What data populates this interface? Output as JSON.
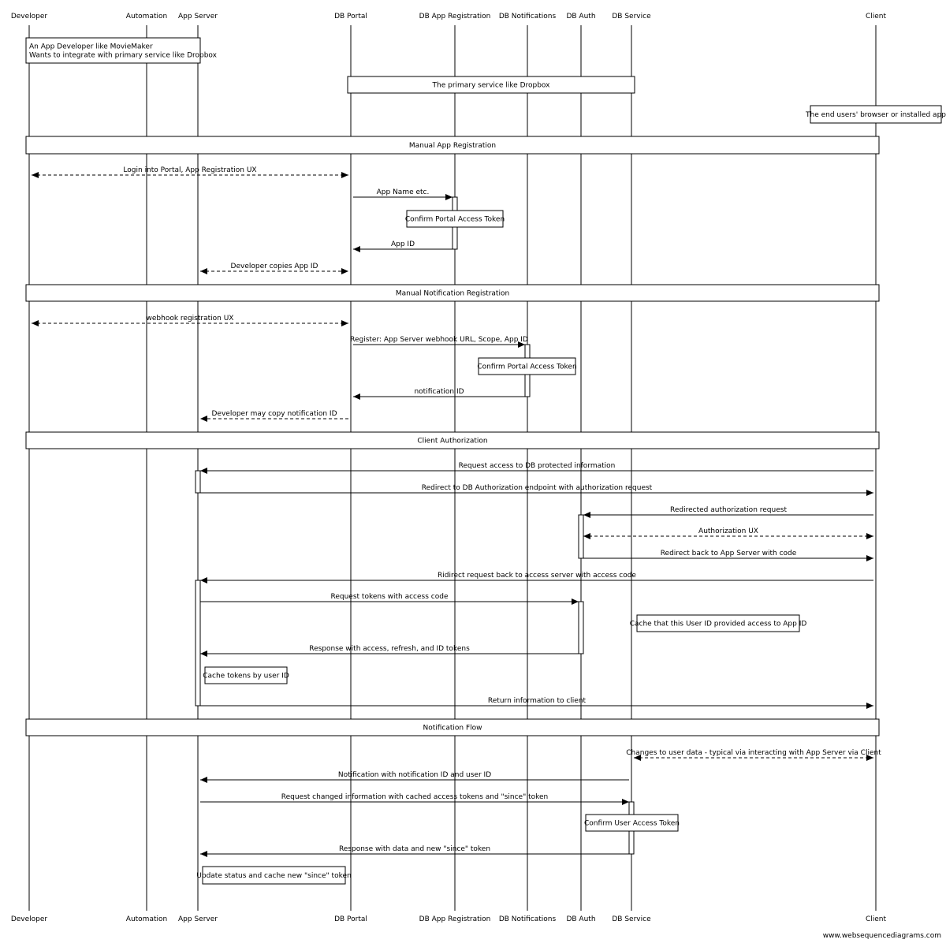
{
  "participants": [
    "Developer",
    "Automation",
    "App Server",
    "DB Portal",
    "DB App Registration",
    "DB Notifications",
    "DB Auth",
    "DB Service",
    "Client"
  ],
  "events": [
    {
      "type": "note",
      "lines": [
        "An App Developer like MovieMaker",
        "Wants to integrate with primary service like Dropbox"
      ],
      "align": "left"
    },
    {
      "type": "note",
      "lines": [
        "The primary service like Dropbox"
      ]
    },
    {
      "type": "note",
      "lines": [
        "The end users' browser or installed app"
      ]
    },
    {
      "type": "divider",
      "text": "Manual App Registration"
    },
    {
      "type": "message",
      "from": 0,
      "to": 3,
      "text": "Login into Portal, App Registration UX",
      "dashed": true,
      "both": true
    },
    {
      "type": "message",
      "from": 3,
      "to": 4,
      "text": "App Name etc.",
      "dashed": false
    },
    {
      "type": "note",
      "lines": [
        "Confirm Portal Access Token"
      ]
    },
    {
      "type": "message",
      "from": 4,
      "to": 3,
      "text": "App ID",
      "dashed": false
    },
    {
      "type": "message",
      "from": 2,
      "to": 3,
      "text": "Developer copies App ID",
      "dashed": true,
      "both": true
    },
    {
      "type": "divider",
      "text": "Manual Notification Registration"
    },
    {
      "type": "message",
      "from": 0,
      "to": 3,
      "text": "webhook registration UX",
      "dashed": true,
      "both": true
    },
    {
      "type": "message",
      "from": 3,
      "to": 5,
      "text": "Register: App Server webhook URL, Scope, App ID",
      "dashed": false
    },
    {
      "type": "note",
      "lines": [
        "Confirm Portal Access Token"
      ]
    },
    {
      "type": "message",
      "from": 5,
      "to": 3,
      "text": "notification ID",
      "dashed": false
    },
    {
      "type": "message",
      "from": 3,
      "to": 2,
      "text": "Developer may copy notification ID",
      "dashed": true
    },
    {
      "type": "divider",
      "text": "Client Authorization"
    },
    {
      "type": "message",
      "from": 8,
      "to": 2,
      "text": "Request access to DB protected information",
      "dashed": false
    },
    {
      "type": "message",
      "from": 2,
      "to": 8,
      "text": "Redirect to DB Authorization endpoint with authorization request",
      "dashed": false
    },
    {
      "type": "message",
      "from": 8,
      "to": 6,
      "text": "Redirected authorization request",
      "dashed": false
    },
    {
      "type": "message",
      "from": 6,
      "to": 8,
      "text": "Authorization UX",
      "dashed": true,
      "both": true
    },
    {
      "type": "message",
      "from": 6,
      "to": 8,
      "text": "Redirect back to App Server with code",
      "dashed": false
    },
    {
      "type": "message",
      "from": 8,
      "to": 2,
      "text": "Ridirect request back to access server with access code",
      "dashed": false
    },
    {
      "type": "message",
      "from": 2,
      "to": 6,
      "text": "Request tokens with access code",
      "dashed": false
    },
    {
      "type": "note",
      "lines": [
        "Cache that this User ID provided access to App ID"
      ]
    },
    {
      "type": "message",
      "from": 6,
      "to": 2,
      "text": "Response with access, refresh, and ID tokens",
      "dashed": false
    },
    {
      "type": "note",
      "lines": [
        "Cache tokens by user ID"
      ]
    },
    {
      "type": "message",
      "from": 2,
      "to": 8,
      "text": "Return information to client",
      "dashed": false
    },
    {
      "type": "divider",
      "text": "Notification Flow"
    },
    {
      "type": "message",
      "from": 7,
      "to": 8,
      "text": "Changes to user data - typical via interacting with App Server via Client",
      "dashed": true,
      "both": true
    },
    {
      "type": "message",
      "from": 7,
      "to": 2,
      "text": "Notification with notification ID and user ID",
      "dashed": false
    },
    {
      "type": "message",
      "from": 2,
      "to": 7,
      "text": "Request changed information with cached access tokens and \"since\" token",
      "dashed": false
    },
    {
      "type": "note",
      "lines": [
        "Confirm User Access Token"
      ]
    },
    {
      "type": "message",
      "from": 7,
      "to": 2,
      "text": "Response with data and new \"since\" token",
      "dashed": false
    },
    {
      "type": "note",
      "lines": [
        "Update status and cache new \"since\" token"
      ],
      "align": "left"
    }
  ],
  "footer": "www.websequencediagrams.com"
}
